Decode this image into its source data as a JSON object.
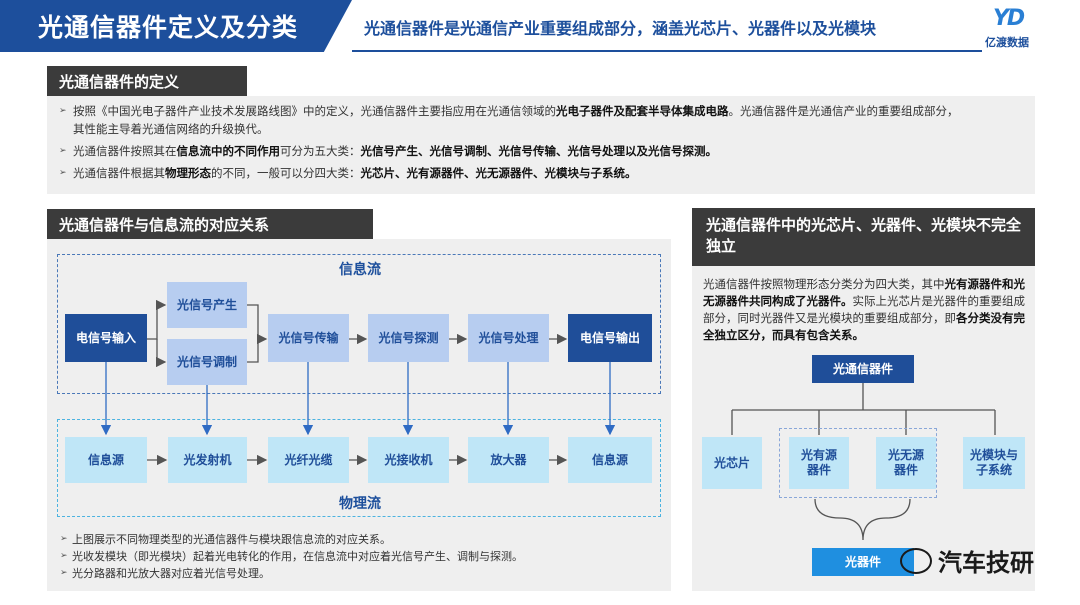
{
  "header": {
    "title": "光通信器件定义及分类",
    "subtitle": "光通信器件是光通信产业重要组成部分，涵盖光芯片、光器件以及光模块",
    "logo_mark": "YD",
    "logo_text": "亿渡数据"
  },
  "definition": {
    "heading": "光通信器件的定义",
    "p1_a": "按照《中国光电子器件产业技术发展路线图》中的定义，光通信器件主要指应用在光通信领域的",
    "p1_b": "光电子器件及配套半导体集成电路",
    "p1_c": "。光通信器件是光通信产业的重要组成部分，",
    "p1_d": "其性能主导着光通信网络的升级换代。",
    "p2_a": "光通信器件按照其在",
    "p2_b": "信息流中的不同作用",
    "p2_c": "可分为五大类：",
    "p2_d": "光信号产生、光信号调制、光信号传输、光信号处理以及光信号探测。",
    "p3_a": "光通信器件根据其",
    "p3_b": "物理形态",
    "p3_c": "的不同，一般可以分四大类：",
    "p3_d": "光芯片、光有源器件、光无源器件、光模块与子系统。"
  },
  "flow": {
    "heading": "光通信器件与信息流的对应关系",
    "info_flow_label": "信息流",
    "physical_flow_label": "物理流",
    "top_nodes": {
      "input": "电信号输入",
      "gen": "光信号产生",
      "mod": "光信号调制",
      "trans": "光信号传输",
      "detect": "光信号探测",
      "proc": "光信号处理",
      "output": "电信号输出"
    },
    "bottom_nodes": [
      "信息源",
      "光发射机",
      "光纤光缆",
      "光接收机",
      "放大器",
      "信息源"
    ],
    "notes": [
      "上图展示不同物理类型的光通信器件与模块跟信息流的对应关系。",
      "光收发模块（即光模块）起着光电转化的作用，在信息流中对应着光信号产生、调制与探测。",
      "光分路器和光放大器对应着光信号处理。"
    ]
  },
  "classification": {
    "heading": "光通信器件中的光芯片、光器件、光模块不完全独立",
    "text_a": "光通信器件按照物理形态分类分为四大类，其中",
    "text_b": "光有源器件和光无源器件共同构成了光器件。",
    "text_c": "实际上光芯片是光器件的重要组成部分，同时光器件又是光模块的重要组成部分，即",
    "text_d": "各分类没有完全独立区分，而具有包含关系。",
    "root": "光通信器件",
    "leaves": [
      "光芯片",
      "光有源器件",
      "光无源器件",
      "光模块与子系统"
    ],
    "group": "光器件"
  },
  "watermark": "汽车技研",
  "colors": {
    "primary": "#1d4f9c",
    "light_blue": "#bfe6f7",
    "mid_blue": "#b7cdf0",
    "dark_bar": "#3b3b3b"
  }
}
